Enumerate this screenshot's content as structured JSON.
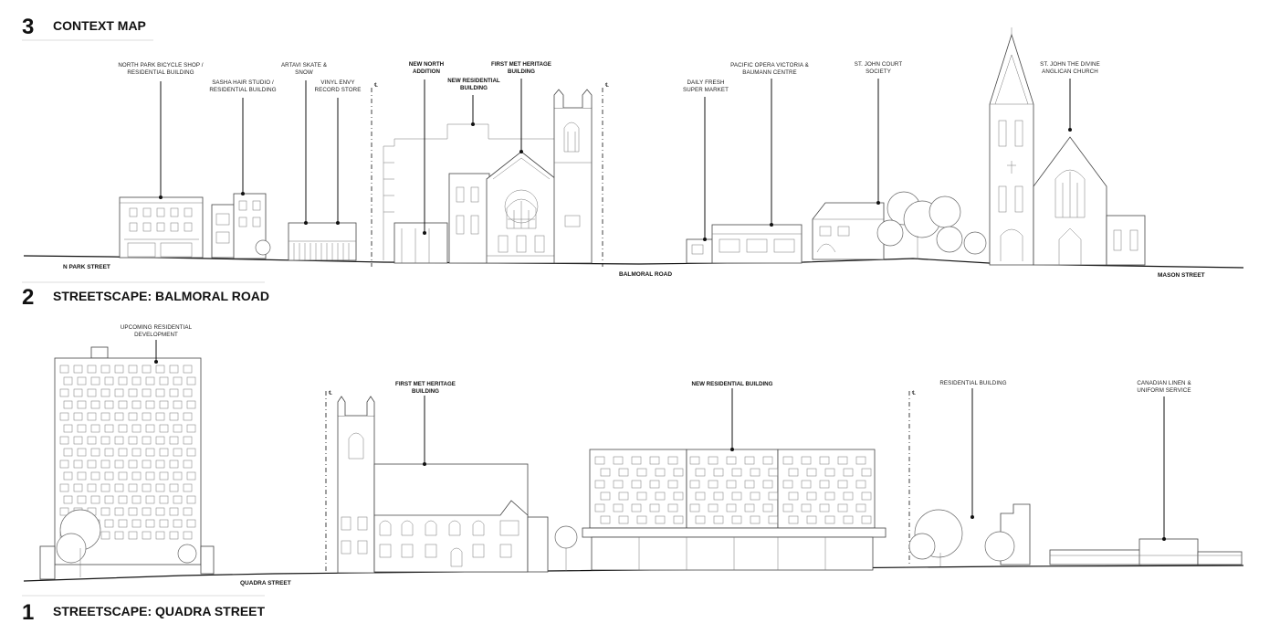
{
  "sections": {
    "context": {
      "number": "3",
      "title": "CONTEXT MAP"
    },
    "balmoral": {
      "number": "2",
      "title": "STREETSCAPE: BALMORAL ROAD"
    },
    "quadra": {
      "number": "1",
      "title": "STREETSCAPE: QUADRA STREET"
    }
  },
  "balmoral_labels": {
    "north_park": [
      "NORTH PARK BICYCLE SHOP /",
      "RESIDENTIAL BUILDING"
    ],
    "sasha": [
      "SASHA HAIR STUDIO /",
      "RESIDENTIAL BUILDING"
    ],
    "artavi": [
      "ARTAVI SKATE &",
      "SNOW"
    ],
    "vinyl": [
      "VINYL ENVY",
      "RECORD STORE"
    ],
    "new_north": [
      "NEW NORTH",
      "ADDITION"
    ],
    "new_res": [
      "NEW RESIDENTIAL",
      "BUILDING"
    ],
    "first_met": [
      "FIRST MET HERITAGE",
      "BUILDING"
    ],
    "daily_fresh": [
      "DAILY FRESH",
      "SUPER MARKET"
    ],
    "pacific_opera": [
      "PACIFIC OPERA VICTORIA &",
      "BAUMANN CENTRE"
    ],
    "st_john_court": [
      "ST. JOHN COURT",
      "SOCIETY"
    ],
    "st_john_divine": [
      "ST. JOHN THE DIVINE",
      "ANGLICAN CHURCH"
    ]
  },
  "balmoral_streets": {
    "n_park": "N PARK STREET",
    "balmoral": "BALMORAL ROAD",
    "mason": "MASON STREET"
  },
  "quadra_labels": {
    "upcoming": [
      "UPCOMING RESIDENTIAL",
      "DEVELOPMENT"
    ],
    "first_met": [
      "FIRST MET HERITAGE",
      "BUILDING"
    ],
    "new_res": [
      "NEW RESIDENTIAL BUILDING"
    ],
    "residential": [
      "RESIDENTIAL BUILDING"
    ],
    "canadian_linen": [
      "CANADIAN LINEN &",
      "UNIFORM SERVICE"
    ]
  },
  "quadra_streets": {
    "quadra": "QUADRA STREET"
  },
  "property_line_mark": "℄"
}
